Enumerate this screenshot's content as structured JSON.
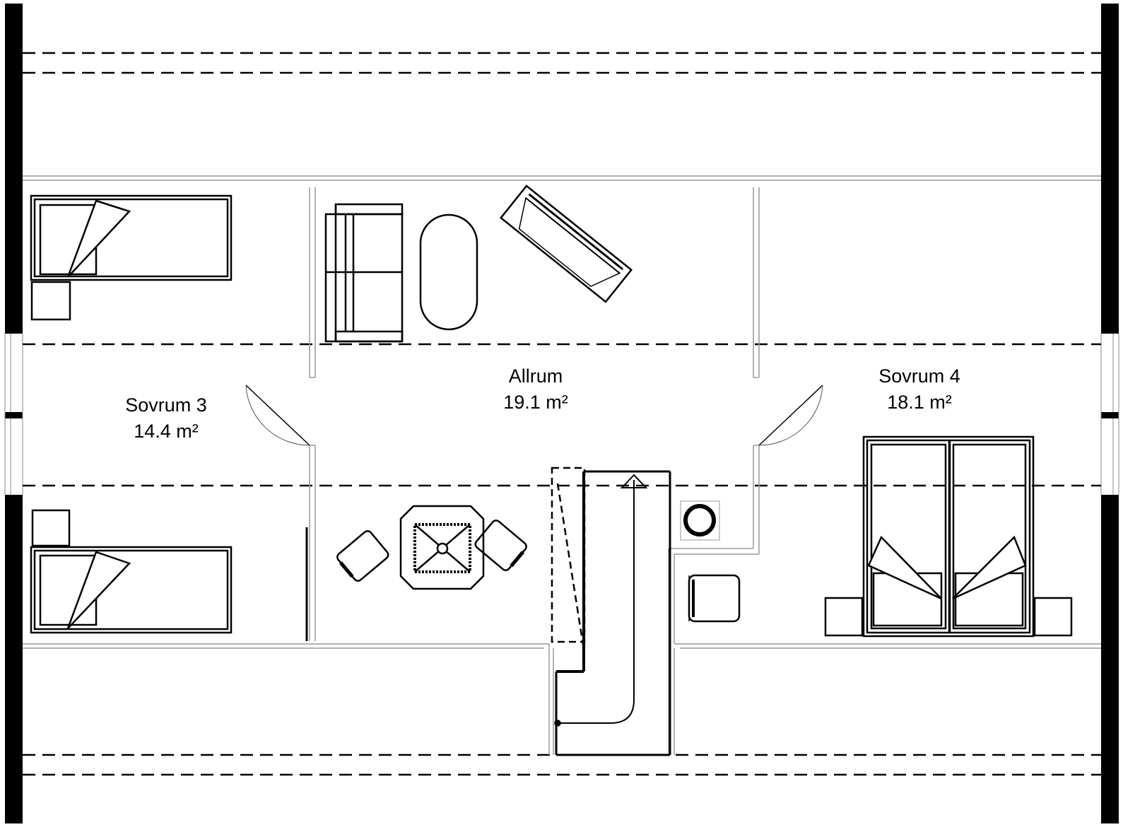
{
  "rooms": [
    {
      "id": "sovrum-3",
      "name": "Sovrum 3",
      "area": "14.4 m²"
    },
    {
      "id": "allrum",
      "name": "Allrum",
      "area": "19.1 m²"
    },
    {
      "id": "sovrum-4",
      "name": "Sovrum 4",
      "area": "18.1 m²"
    }
  ],
  "colors": {
    "line": "#000000",
    "wall_fill": "#000000",
    "background": "#ffffff"
  }
}
